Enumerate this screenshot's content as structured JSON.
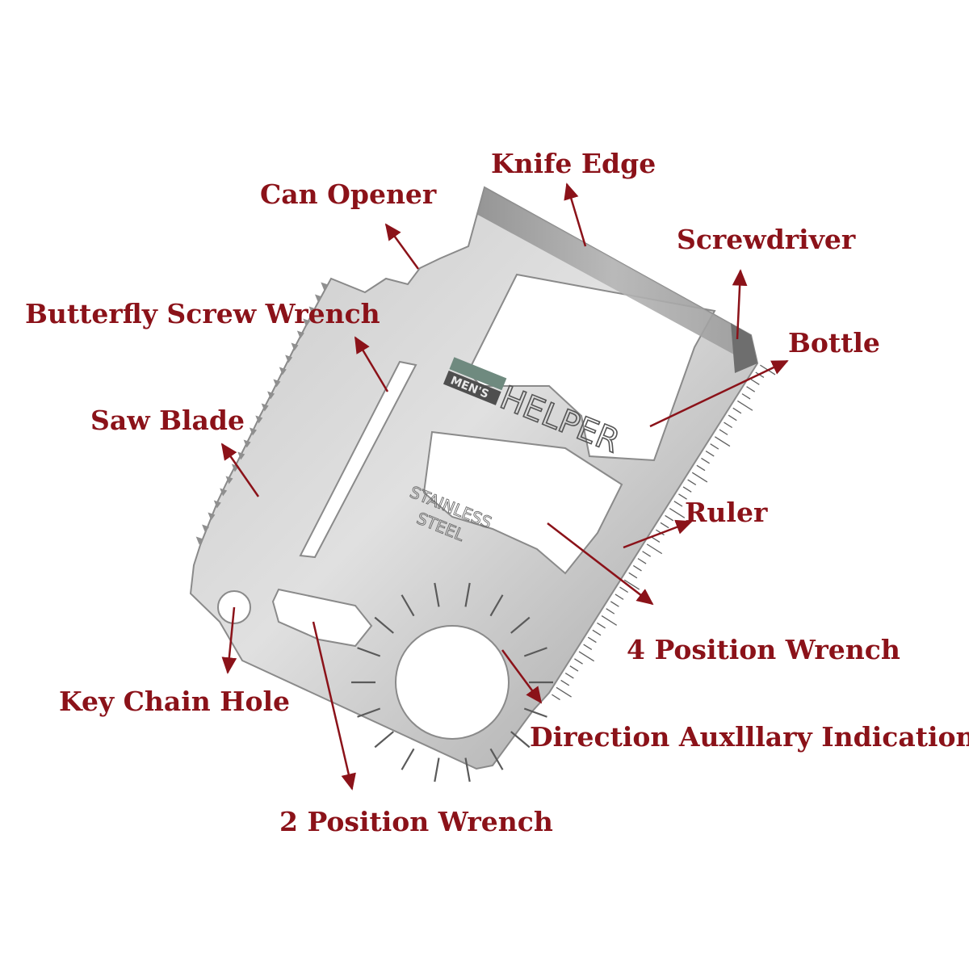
{
  "colors": {
    "label": "#8b1219",
    "arrow": "#8b1219",
    "steel_light": "#d4d4d4",
    "steel_mid": "#b3b3b3",
    "steel_dark": "#7c7c7c",
    "engraving": "#5a5a5a",
    "background": "#ffffff"
  },
  "card": {
    "brand_prefix": "MEN'S",
    "brand_name": "HELPER",
    "material_line1": "STAINLESS",
    "material_line2": "STEEL"
  },
  "labels": {
    "knife_edge": "Knife Edge",
    "can_opener": "Can Opener",
    "screwdriver": "Screwdriver",
    "butterfly_wrench": "Butterfly Screw Wrench",
    "bottle": "Bottle",
    "saw_blade": "Saw Blade",
    "ruler": "Ruler",
    "four_position_wrench": "4 Position Wrench",
    "key_chain_hole": "Key Chain Hole",
    "direction_indication": "Direction Auxlllary Indication",
    "two_position_wrench": "2 Position Wrench"
  }
}
